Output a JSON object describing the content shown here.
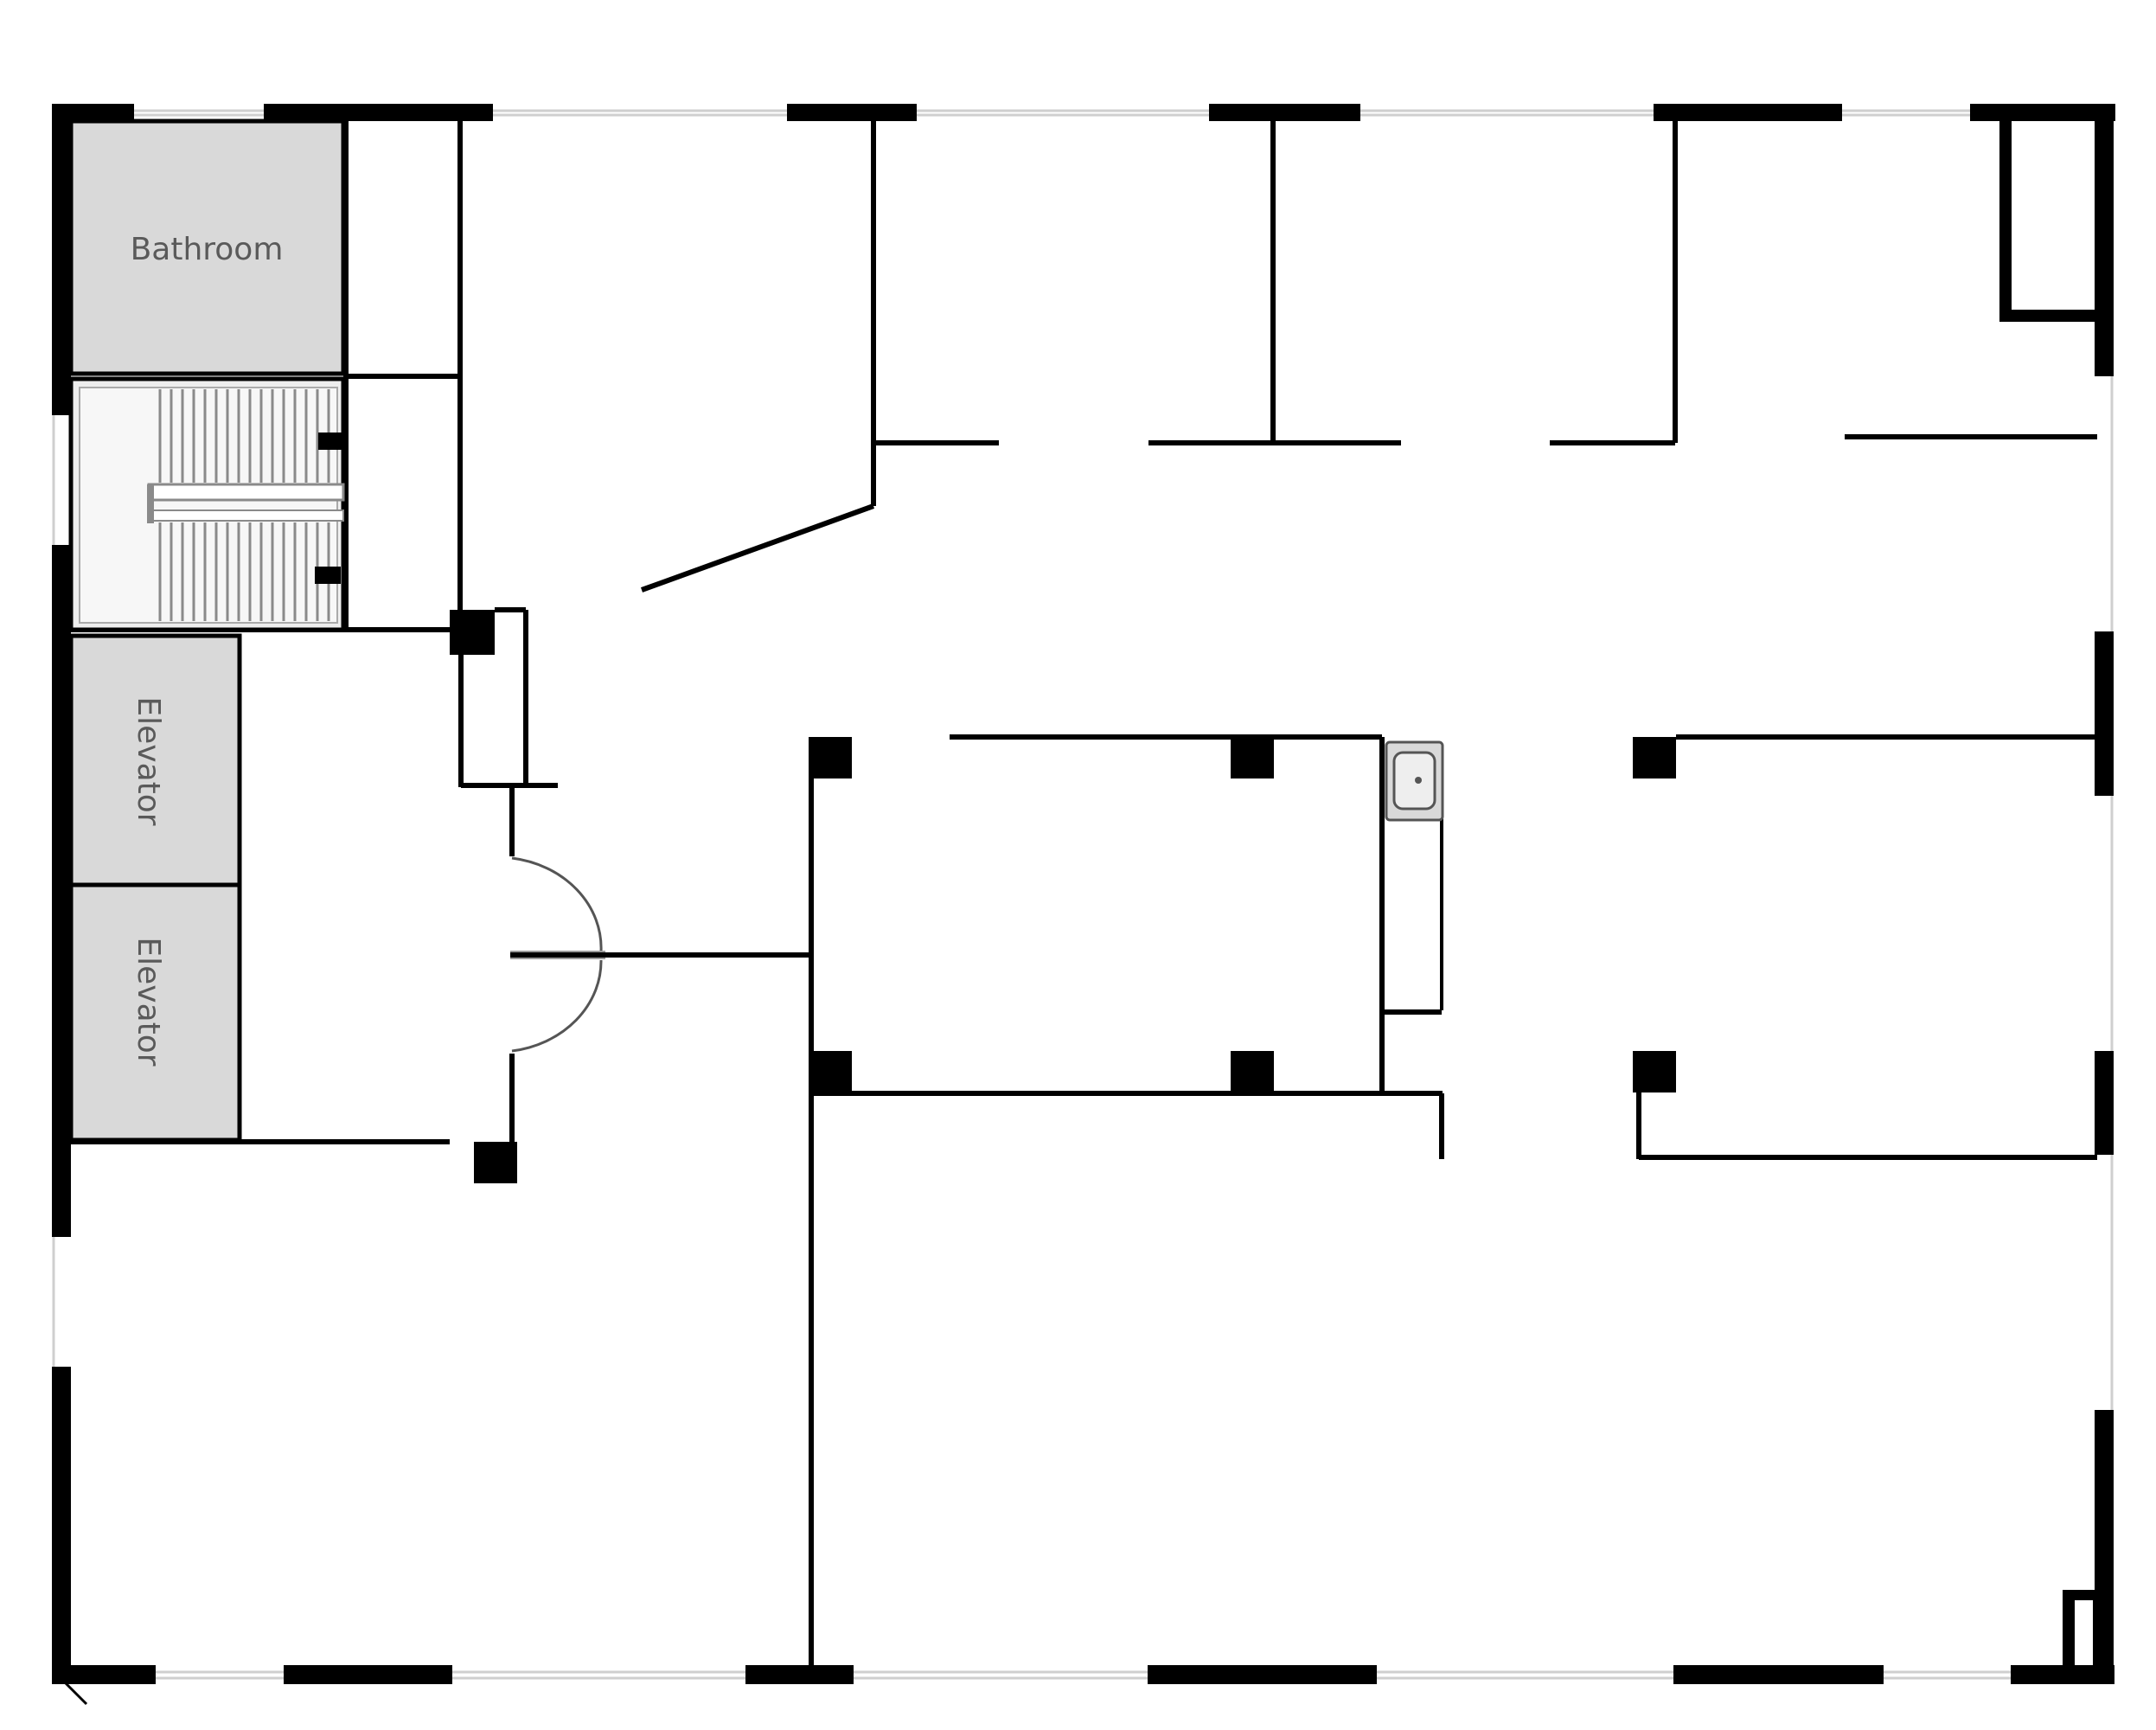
{
  "floor_plan": {
    "rooms": {
      "bathroom": "Bathroom",
      "elevator_1": "Elevator",
      "elevator_2": "Elevator"
    },
    "colors": {
      "wall": "#000000",
      "room_fill": "#d9d9d9",
      "stair_fill": "#eeeeee",
      "label": "#5a5a5a",
      "frame": "#cfcfcf"
    }
  }
}
